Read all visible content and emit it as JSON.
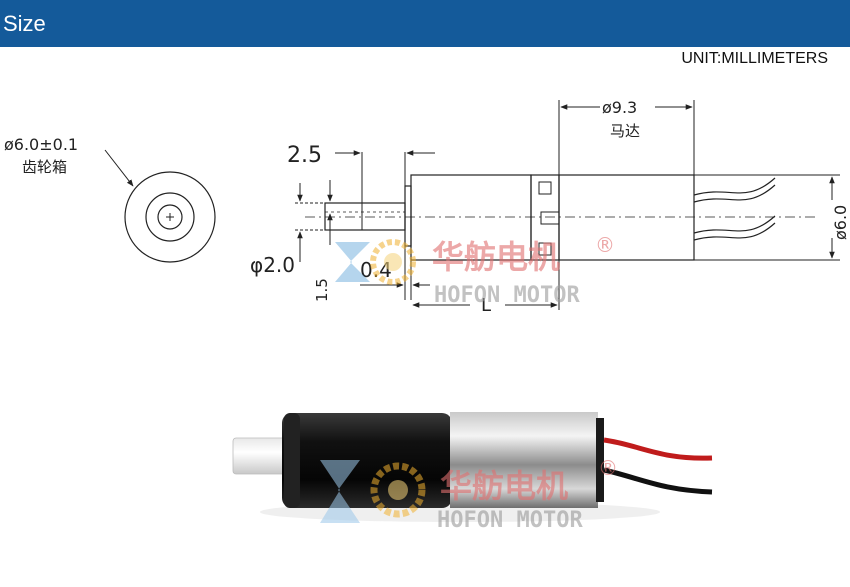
{
  "header": {
    "title": "Size",
    "background": "#145a9a"
  },
  "unit_label": "UNIT:MILLIMETERS",
  "drawing": {
    "gearbox_diameter": "ø6.0±0.1",
    "gearbox_label_cn": "齿轮箱",
    "motor_diameter": "ø9.3",
    "motor_label_cn": "马达",
    "shaft_length": "2.5",
    "shaft_diameter": "φ2.0",
    "flange_thickness": "0.4",
    "flat_dimension": "1.5",
    "overall_length": "L",
    "body_diameter": "ø6.0"
  },
  "watermark": {
    "brand_cn": "华舫电机",
    "brand_en": "HOFON MOTOR",
    "registered": "®",
    "color": "#e07070",
    "en_color": "#9a9a9a"
  }
}
